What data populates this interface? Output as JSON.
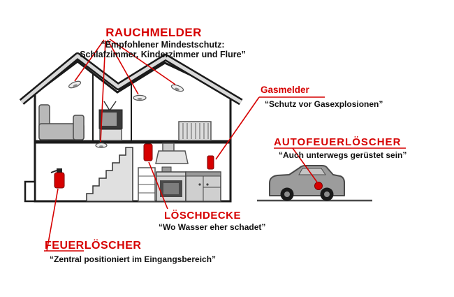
{
  "colors": {
    "accent_red": "#d60000",
    "text_black": "#111111",
    "house_gray": "#d9d9d9",
    "car_gray": "#9c9c9c"
  },
  "annotations": {
    "rauchmelder": {
      "title": "RAUCHMELDER",
      "subtitle1": "“Empfohlener Mindestschutz:",
      "subtitle2": "Schlafzimmer, Kinderzimmer und Flure”"
    },
    "gasmelder": {
      "title": "Gasmelder",
      "subtitle": "“Schutz vor Gasexplosionen”"
    },
    "autofeuerloescher": {
      "title": "AUTOFEUERLÖSCHER",
      "subtitle": "“Auch unterwegs gerüstet sein”"
    },
    "loeschdecke": {
      "title": "LÖSCHDECKE",
      "subtitle": "“Wo Wasser eher schadet”"
    },
    "feuerloescher": {
      "title": "FEUERLÖSCHER",
      "subtitle": "“Zentral positioniert im Eingangsbereich”"
    }
  }
}
